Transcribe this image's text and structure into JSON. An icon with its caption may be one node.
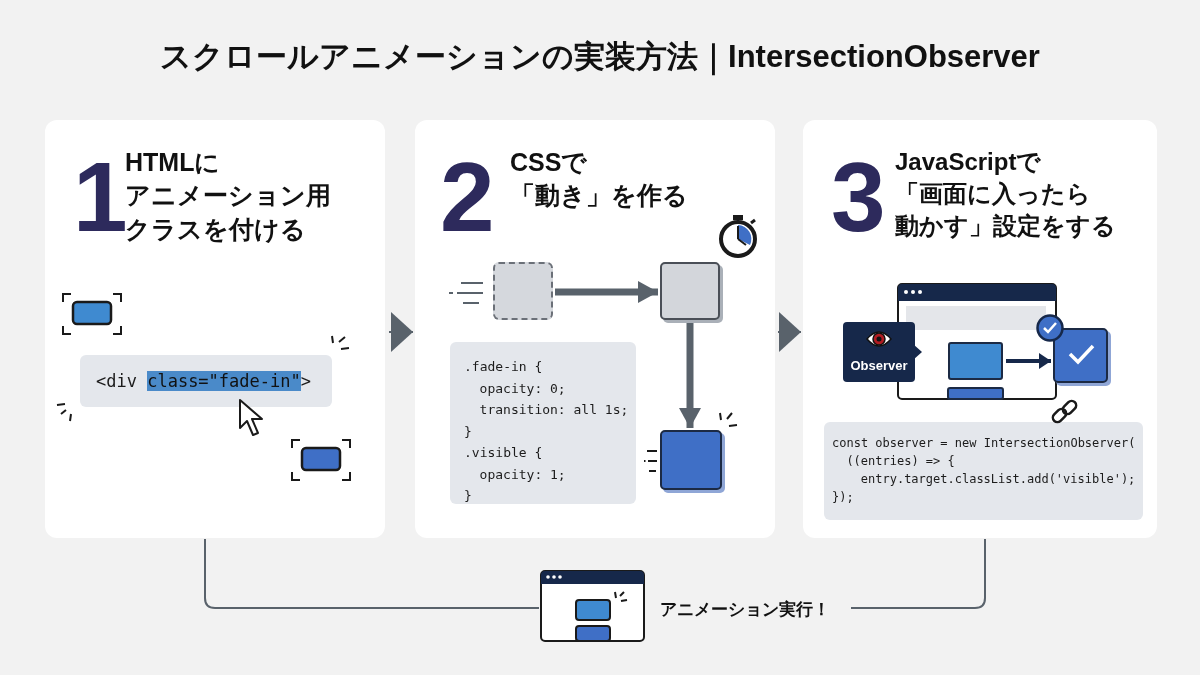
{
  "diagram": {
    "title": "スクロールアニメーションの実装方法｜IntersectionObserver",
    "nodes": [
      {
        "text": [
          "1",
          "HTMLにアニメーション用クラスを付ける"
        ]
      },
      {
        "text": [
          "<div class=\"fade-in\">"
        ],
        "in": 0
      },
      {
        "text": [
          "2",
          "CSSで「動き」を作る"
        ]
      },
      {
        "text": [],
        "shape": "box",
        "in": 2
      },
      {
        "text": [],
        "shape": "box",
        "in": 2
      },
      {
        "text": [],
        "shape": "box",
        "in": 2
      },
      {
        "text": [
          ".fade-in {",
          "opacity: 0;",
          "transition: all 1s;",
          "}",
          ".visible {",
          "opacity: 1;",
          "}"
        ],
        "in": 2
      },
      {
        "text": [
          "3",
          "JavaScriptで「画面に入ったら動かす」設定をする"
        ]
      },
      {
        "text": [
          "Observer"
        ],
        "in": 7
      },
      {
        "text": [],
        "shape": "picture",
        "in": 7
      },
      {
        "text": [],
        "shape": "box",
        "in": 9
      },
      {
        "text": [],
        "shape": "box",
        "in": 7
      },
      {
        "text": [
          "const observer = new IntersectionObserver(",
          "((entries) => {",
          "entry.target.classList.add('visible');",
          "});"
        ],
        "in": 7
      },
      {
        "text": [],
        "shape": "picture",
        "beside": [
          "アニメーション実行！"
        ]
      }
    ],
    "edges": [
      {
        "from": 0,
        "to": 2,
        "arrow": "to"
      },
      {
        "from": 2,
        "to": 7,
        "arrow": "to"
      },
      {
        "from": 3,
        "to": 4,
        "arrow": "to",
        "style": "thick"
      },
      {
        "from": 4,
        "to": 5,
        "arrow": "to",
        "style": "thick"
      },
      {
        "from": 10,
        "to": 11,
        "arrow": "to",
        "style": "thick"
      },
      {
        "from": 0,
        "to": 13,
        "arrow": "none"
      },
      {
        "from": 7,
        "to": 13,
        "arrow": "none"
      }
    ]
  }
}
